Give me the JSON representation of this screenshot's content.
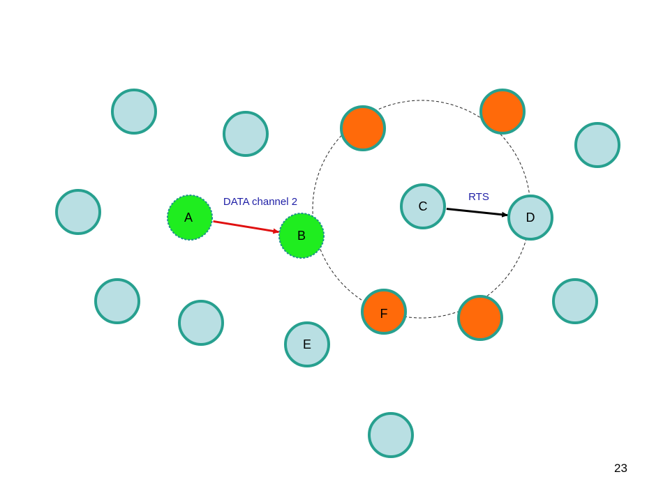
{
  "colors": {
    "idle_fill": "#b9dfe3",
    "idle_stroke": "#27a08f",
    "blocked_fill": "#ff6a0a",
    "blocked_stroke": "#27a08f",
    "active_fill": "#1fed1f",
    "active_stroke": "#1f8f8f",
    "data_arrow": "#e01010",
    "rts_arrow": "#000000",
    "edge_label": "#1f1fa6",
    "range_circle": "#222222"
  },
  "nodes": [
    {
      "id": "A",
      "label": "A",
      "state": "active"
    },
    {
      "id": "B",
      "label": "B",
      "state": "active"
    },
    {
      "id": "C",
      "label": "C",
      "state": "idle"
    },
    {
      "id": "D",
      "label": "D",
      "state": "idle"
    },
    {
      "id": "E",
      "label": "E",
      "state": "idle"
    },
    {
      "id": "F",
      "label": "F",
      "state": "blocked"
    },
    {
      "id": "n1",
      "label": "",
      "state": "idle"
    },
    {
      "id": "n2",
      "label": "",
      "state": "idle"
    },
    {
      "id": "n3",
      "label": "",
      "state": "blocked"
    },
    {
      "id": "n4",
      "label": "",
      "state": "blocked"
    },
    {
      "id": "n5",
      "label": "",
      "state": "idle"
    },
    {
      "id": "n6",
      "label": "",
      "state": "idle"
    },
    {
      "id": "n7",
      "label": "",
      "state": "idle"
    },
    {
      "id": "n8",
      "label": "",
      "state": "idle"
    },
    {
      "id": "n9",
      "label": "",
      "state": "blocked"
    },
    {
      "id": "n10",
      "label": "",
      "state": "idle"
    },
    {
      "id": "n11",
      "label": "",
      "state": "idle"
    }
  ],
  "edges": [
    {
      "from": "A",
      "to": "B",
      "label": "DATA channel 2",
      "kind": "data"
    },
    {
      "from": "C",
      "to": "D",
      "label": "RTS",
      "kind": "rts"
    }
  ],
  "page_number": "23"
}
